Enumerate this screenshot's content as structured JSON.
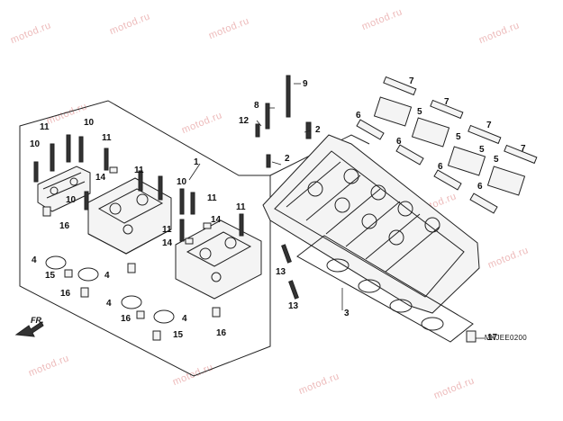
{
  "diagram": {
    "image_code": "MKJEE0200",
    "front_marker": "FR.",
    "watermark": "motod.ru",
    "callouts": [
      {
        "id": "c1",
        "label": "1"
      },
      {
        "id": "c2",
        "label": "2"
      },
      {
        "id": "c2b",
        "label": "2"
      },
      {
        "id": "c3",
        "label": "3"
      },
      {
        "id": "c4a",
        "label": "4"
      },
      {
        "id": "c4b",
        "label": "4"
      },
      {
        "id": "c4c",
        "label": "4"
      },
      {
        "id": "c4d",
        "label": "4"
      },
      {
        "id": "c5a",
        "label": "5"
      },
      {
        "id": "c5b",
        "label": "5"
      },
      {
        "id": "c5c",
        "label": "5"
      },
      {
        "id": "c5d",
        "label": "5"
      },
      {
        "id": "c6a",
        "label": "6"
      },
      {
        "id": "c6b",
        "label": "6"
      },
      {
        "id": "c6c",
        "label": "6"
      },
      {
        "id": "c6d",
        "label": "6"
      },
      {
        "id": "c7a",
        "label": "7"
      },
      {
        "id": "c7b",
        "label": "7"
      },
      {
        "id": "c7c",
        "label": "7"
      },
      {
        "id": "c7d",
        "label": "7"
      },
      {
        "id": "c8",
        "label": "8"
      },
      {
        "id": "c9",
        "label": "9"
      },
      {
        "id": "c10a",
        "label": "10"
      },
      {
        "id": "c10b",
        "label": "10"
      },
      {
        "id": "c10c",
        "label": "10"
      },
      {
        "id": "c10d",
        "label": "10"
      },
      {
        "id": "c11a",
        "label": "11"
      },
      {
        "id": "c11b",
        "label": "11"
      },
      {
        "id": "c11c",
        "label": "11"
      },
      {
        "id": "c11d",
        "label": "11"
      },
      {
        "id": "c11e",
        "label": "11"
      },
      {
        "id": "c11f",
        "label": "11"
      },
      {
        "id": "c12",
        "label": "12"
      },
      {
        "id": "c13a",
        "label": "13"
      },
      {
        "id": "c13b",
        "label": "13"
      },
      {
        "id": "c14a",
        "label": "14"
      },
      {
        "id": "c14b",
        "label": "14"
      },
      {
        "id": "c14c",
        "label": "14"
      },
      {
        "id": "c15a",
        "label": "15"
      },
      {
        "id": "c15b",
        "label": "15"
      },
      {
        "id": "c16a",
        "label": "16"
      },
      {
        "id": "c16b",
        "label": "16"
      },
      {
        "id": "c16c",
        "label": "16"
      },
      {
        "id": "c16d",
        "label": "16"
      },
      {
        "id": "c17",
        "label": "17"
      }
    ]
  }
}
